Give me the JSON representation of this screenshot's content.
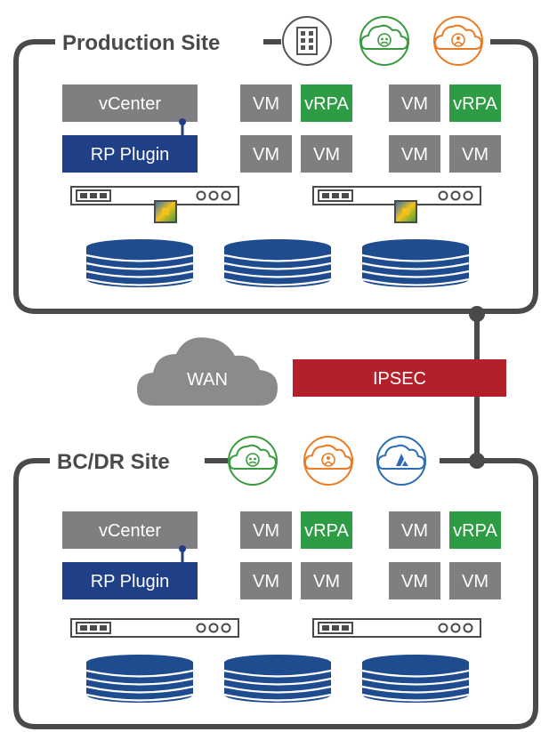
{
  "colors": {
    "frame": "#4a4a4a",
    "gray_box": "#7f7f81",
    "green_box": "#2e9b45",
    "blue_box": "#1f3f87",
    "disk": "#1f4b8f",
    "ipsec": "#b31f2b",
    "cloud": "#8b8b8d",
    "icon_green": "#3a9a3e",
    "icon_orange": "#ec7a22",
    "icon_blue": "#2d6cb5",
    "icon_gray": "#555555"
  },
  "production": {
    "title": "Production Site",
    "vcenter_label": "vCenter",
    "plugin_label": "RP Plugin",
    "vm_label": "VM",
    "vrpa_label": "vRPA",
    "icons": [
      "building-icon",
      "private-cloud-icon",
      "public-cloud-icon"
    ]
  },
  "wan": {
    "label": "WAN"
  },
  "ipsec": {
    "label": "IPSEC"
  },
  "bcdr": {
    "title": "BC/DR Site",
    "vcenter_label": "vCenter",
    "plugin_label": "RP Plugin",
    "vm_label": "VM",
    "vrpa_label": "vRPA",
    "icons": [
      "private-cloud-icon",
      "public-cloud-icon",
      "azure-cloud-icon"
    ]
  }
}
